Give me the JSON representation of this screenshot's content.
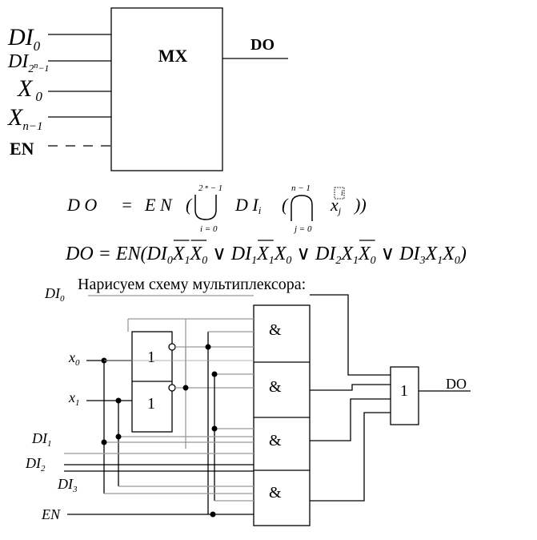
{
  "block": {
    "label": "MX",
    "output_label": "DO",
    "inputs": [
      {
        "main": "DI",
        "sub": "0"
      },
      {
        "main": "DI",
        "sub": "2",
        "sup": "n",
        "tail": "−1"
      },
      {
        "main": "X",
        "sub": "0"
      },
      {
        "main": "X",
        "sub": "n−1"
      },
      {
        "main": "EN"
      }
    ]
  },
  "formula1": {
    "lhs": "D O",
    "eq": "=",
    "en": "E N",
    "paren_open": "(",
    "union_top": "2 ⁿ − 1",
    "union_bottom": "i = 0",
    "di": "D I",
    "di_sub": "i",
    "inner_open": "(",
    "cap_top": "n − 1",
    "cap_bottom": "j = 0",
    "x": "x",
    "x_sub": "j",
    "x_sup": "i",
    "close": "))"
  },
  "formula2": {
    "text_parts": [
      {
        "t": "DO = EN(DI"
      },
      {
        "t": "0",
        "sub": true
      },
      {
        "t": "X",
        "bar": true
      },
      {
        "t": "1",
        "sub": true,
        "bar": true
      },
      {
        "t": "X",
        "bar": true
      },
      {
        "t": "0",
        "sub": true,
        "bar": true
      },
      {
        "t": " ∨ DI"
      },
      {
        "t": "1",
        "sub": true
      },
      {
        "t": "X",
        "bar": true
      },
      {
        "t": "1",
        "sub": true,
        "bar": true
      },
      {
        "t": "X"
      },
      {
        "t": "0",
        "sub": true
      },
      {
        "t": " ∨ DI"
      },
      {
        "t": "2",
        "sub": true
      },
      {
        "t": "X"
      },
      {
        "t": "1",
        "sub": true
      },
      {
        "t": "X",
        "bar": true
      },
      {
        "t": "0",
        "sub": true,
        "bar": true
      },
      {
        "t": " ∨ DI"
      },
      {
        "t": "3",
        "sub": true
      },
      {
        "t": "X"
      },
      {
        "t": "1",
        "sub": true
      },
      {
        "t": "X"
      },
      {
        "t": "0",
        "sub": true
      },
      {
        "t": ")"
      }
    ]
  },
  "caption": "Нарисуем схему мультиплексора:",
  "circuit": {
    "inputs": [
      {
        "main": "DI",
        "sub": "0"
      },
      {
        "main": "x",
        "sub": "0"
      },
      {
        "main": "x",
        "sub": "1"
      },
      {
        "main": "DI",
        "sub": "1"
      },
      {
        "main": "DI",
        "sub": "2"
      },
      {
        "main": "DI",
        "sub": "3"
      },
      {
        "main": "EN"
      }
    ],
    "inverter_label": "1",
    "and_label": "&",
    "or_label": "1",
    "output_label": "DO"
  }
}
